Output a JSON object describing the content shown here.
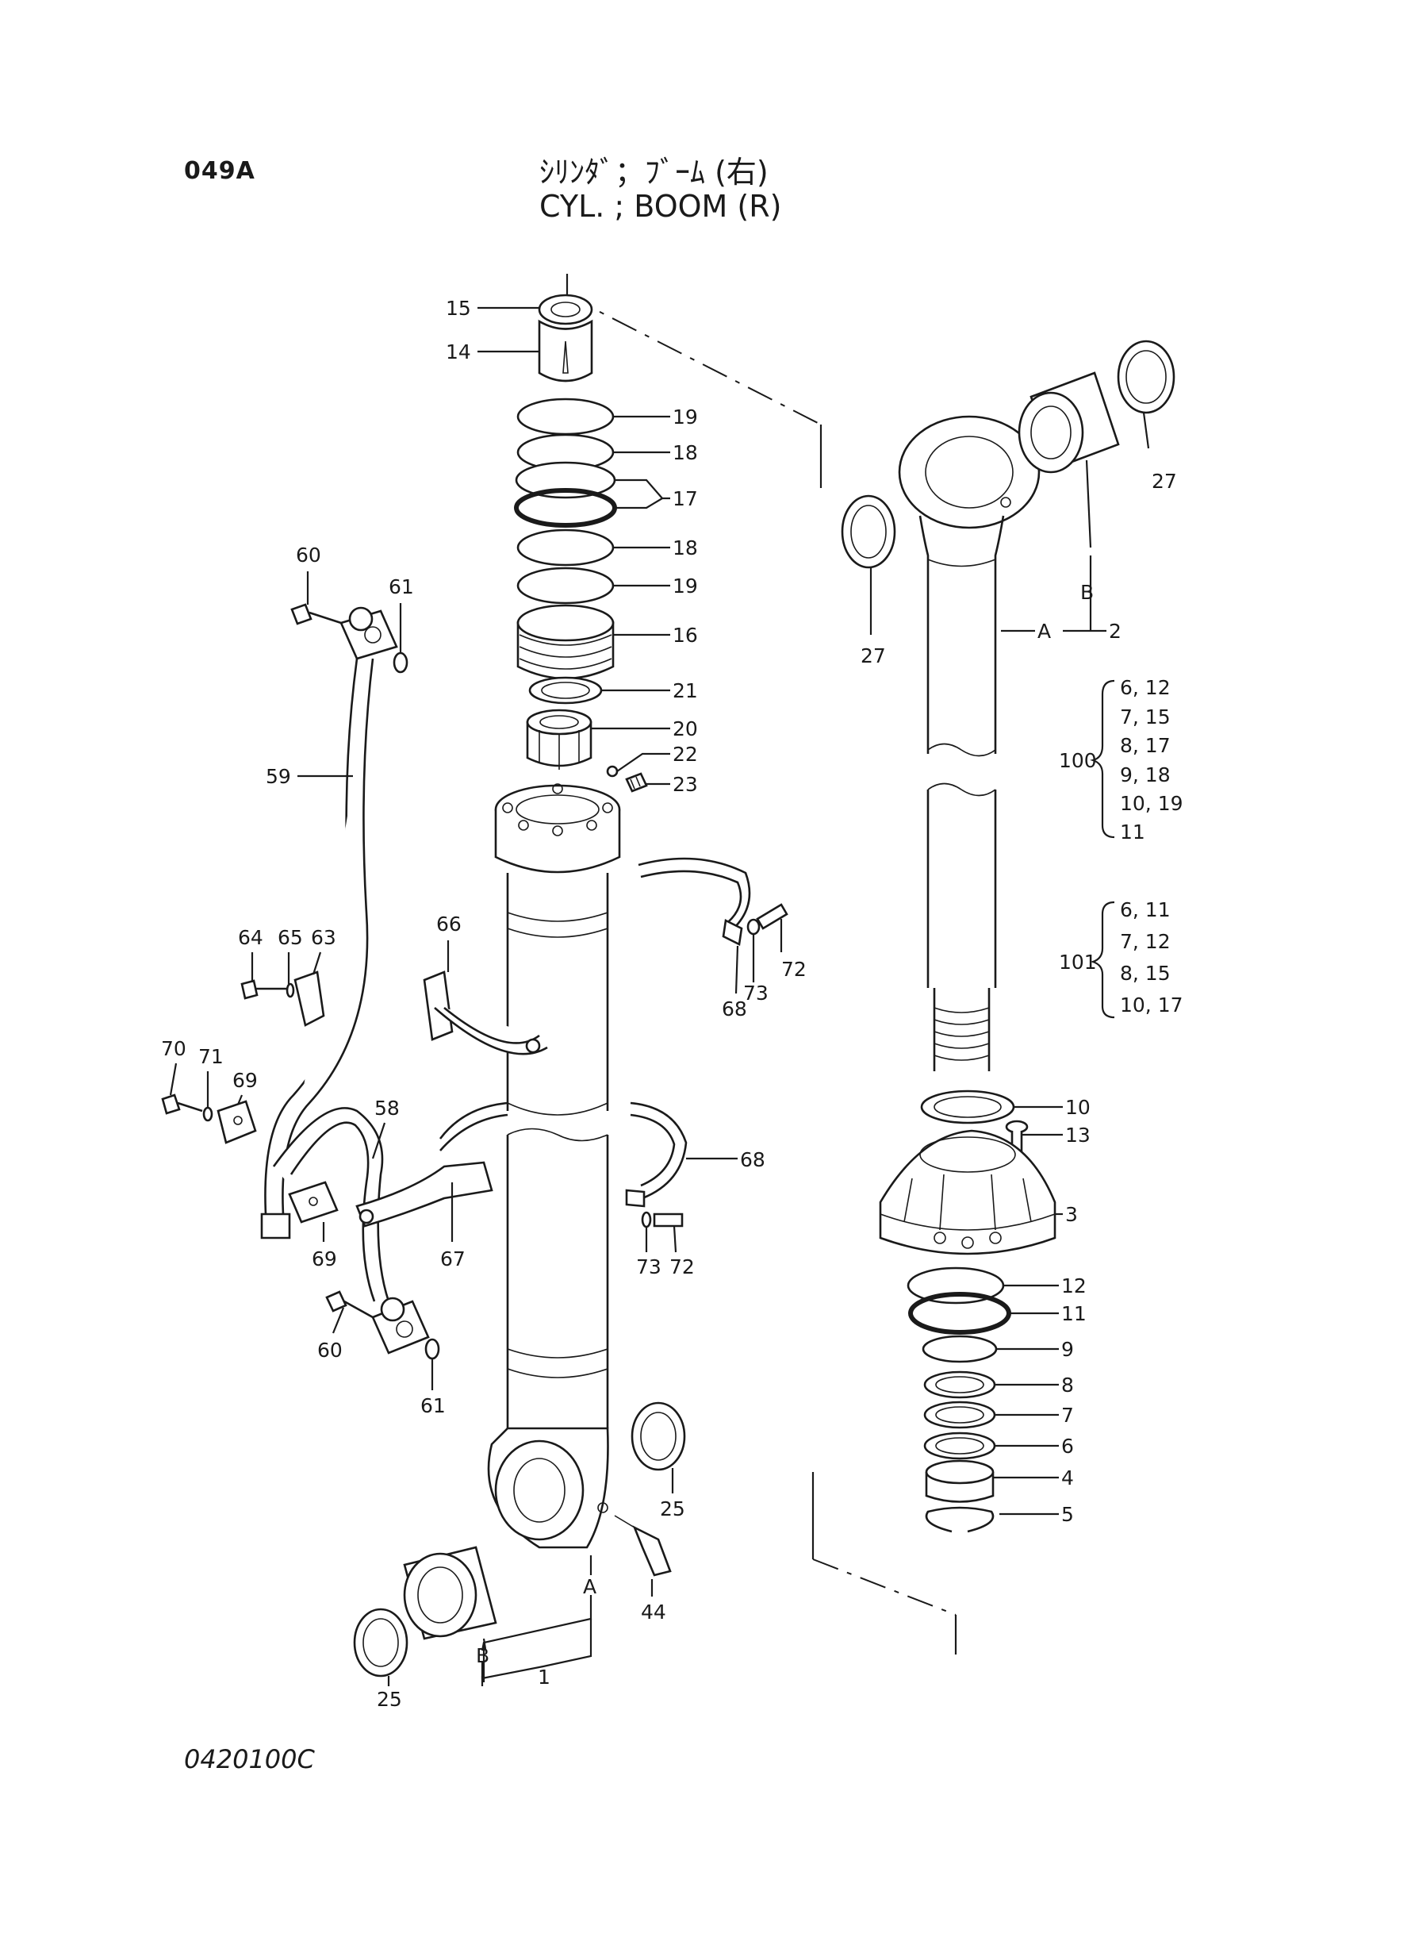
{
  "header": {
    "page_code": "049A",
    "title_jp": "ｼﾘﾝﾀﾞ；ﾌﾞｰﾑ (右)",
    "title_en": "CYL. ; BOOM (R)"
  },
  "footer": {
    "drawing_code": "0420100C"
  },
  "callouts": {
    "c15": "15",
    "c14": "14",
    "c19a": "19",
    "c18a": "18",
    "c17": "17",
    "c18b": "18",
    "c19b": "19",
    "c16": "16",
    "c21": "21",
    "c20": "20",
    "c22": "22",
    "c23": "23",
    "c60a": "60",
    "c61a": "61",
    "c59": "59",
    "c66": "66",
    "c64": "64",
    "c65": "65",
    "c63": "63",
    "c72a": "72",
    "c73a": "73",
    "c68a": "68",
    "c70": "70",
    "c71": "71",
    "c69a": "69",
    "c58": "58",
    "c68b": "68",
    "c69b": "69",
    "c67": "67",
    "c73b": "73",
    "c72b": "72",
    "c60b": "60",
    "c61b": "61",
    "c25a": "25",
    "c25b": "25",
    "c44": "44",
    "cA1": "A",
    "cB1": "B",
    "c1": "1",
    "c27a": "27",
    "c27b": "27",
    "cB2": "B",
    "cA2": "A",
    "c2": "2",
    "c10": "10",
    "c13": "13",
    "c3": "3",
    "c12": "12",
    "c11": "11",
    "c9": "9",
    "c8": "8",
    "c7": "7",
    "c6": "6",
    "c4": "4",
    "c5": "5"
  },
  "kit_100": {
    "number": "100",
    "lines": [
      "6, 12",
      "7, 15",
      "8, 17",
      "9, 18",
      "10, 19",
      "11"
    ]
  },
  "kit_101": {
    "number": "101",
    "lines": [
      "6, 11",
      "7, 12",
      "8, 15",
      "10, 17"
    ]
  }
}
